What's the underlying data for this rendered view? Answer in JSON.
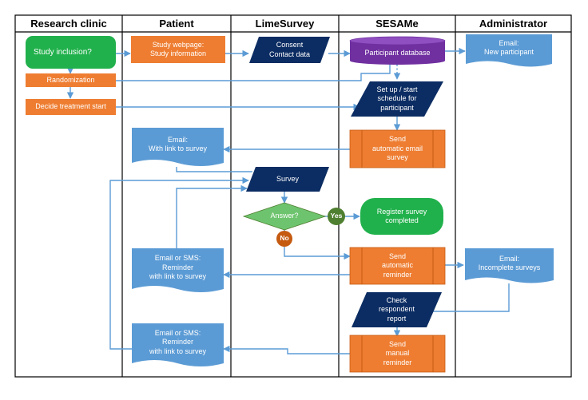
{
  "lanes": {
    "research_clinic": "Research clinic",
    "patient": "Patient",
    "limesurvey": "LimeSurvey",
    "sesame": "SESAMe",
    "administrator": "Administrator"
  },
  "nodes": {
    "study_inclusion": "Study inclusion?",
    "randomization": "Randomization",
    "decide_treatment": "Decide treatment start",
    "study_webpage": [
      "Study webpage:",
      "Study information"
    ],
    "consent": [
      "Consent",
      "Contact data"
    ],
    "participant_db": "Participant database",
    "admin_email_new": [
      "Email:",
      "New participant"
    ],
    "setup_schedule": [
      "Set up / start",
      "schedule for",
      "participant"
    ],
    "send_auto_email": [
      "Send",
      "automatic email",
      "survey"
    ],
    "email_link": [
      "Email:",
      "With link to survey"
    ],
    "survey": "Survey",
    "answer": "Answer?",
    "yes": "Yes",
    "no": "No",
    "register_survey": [
      "Register survey",
      "completed"
    ],
    "send_auto_reminder": [
      "Send",
      "automatic",
      "reminder"
    ],
    "reminder_sms_1": [
      "Email or SMS:",
      "Reminder",
      "with link to survey"
    ],
    "admin_email_incomplete": [
      "Email:",
      "Incomplete surveys"
    ],
    "check_respondent": [
      "Check",
      "respondent",
      "report"
    ],
    "reminder_sms_2": [
      "Email or SMS:",
      "Reminder",
      "with link to survey"
    ],
    "send_manual_reminder": [
      "Send",
      "manual",
      "reminder"
    ]
  },
  "colors": {
    "green": "#21b14c",
    "orange": "#ee7d31",
    "blue": "#5b9bd5",
    "navy": "#0c2d63",
    "purple": "#7030a0",
    "light_green": "#70ad47",
    "yes_green": "#4f7f30",
    "no_orange": "#c55a11",
    "arrow": "#5b9bd5",
    "stroke": "#2f5597"
  }
}
